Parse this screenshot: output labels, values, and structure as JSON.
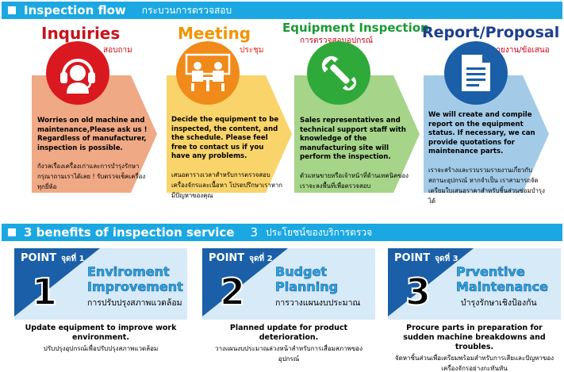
{
  "flow_banner": {
    "en": "Inspection flow",
    "th": "กระบวนการตรวจสอบ"
  },
  "steps": [
    {
      "title": "Inquiries",
      "title_color": "#c8121b",
      "sub": "สอบถาม",
      "color": "#f0a985",
      "circle": "#d9191f",
      "icon": "headset-support-icon",
      "en": "Worries on old machine and maintenance,Please ask us ! Regardless of manufacturer, inspection is possible.",
      "th": "กังวลเรื่องเครื่องเก่าและการบำรุงรักษา กรุณาถามเราได้เลย  ! รับตรวจเช็คเครื่องทุกยี่ห้อ"
    },
    {
      "title": "Meeting",
      "title_color": "#f39300",
      "sub": "ประชุม",
      "color": "#f9d46a",
      "circle": "#f08a1b",
      "icon": "meeting-table-icon",
      "en": "Decide the equipment to be inspected, the content, and the schedule. Please feel free to contact us if you have any problems.",
      "th": "เสนอตารางเวลาสำหรับการตรวจสอบเครื่องจักรและเนื้อหา โปรดปรึกษาเราหากมีปัญหาของคุณ"
    },
    {
      "title": "Equipment Inspection",
      "title_color": "#1a9a34",
      "sub": "การตรวจสอบอุปกรณ์",
      "color": "#a6d489",
      "circle": "#2faa3a",
      "icon": "wrench-icon",
      "en": "Sales representatives and technical support staff with knowledge of the manufacturing site will perform the inspection.",
      "th": "ตัวแทนขายหรือเจ้าหน้าที่ด้านเทคนิคของเราจะลงพื้นที่เพื่อตรวจสอบ"
    },
    {
      "title": "Report/Proposal",
      "title_color": "#1c3f8f",
      "sub": "รายงาน/ข้อเสนอ",
      "color": "#a3cbe8",
      "circle": "#1a5fa8",
      "icon": "document-icon",
      "en": "We will create and compile report on the equipment status. If necessary, we can provide quotations for maintenance parts.",
      "th": "เราจะสร้างและรวบรวมรายงานเกี่ยวกับสถานะอุปกรณ์ หากจำเป็น เราสามารถจัดเตรียมใบเสนอราคาสำหรับชิ้นส่วนซ่อมบำรุงได้"
    }
  ],
  "benefits_banner": {
    "en": "3 benefits of inspection service",
    "num": "3",
    "th": "ประโยชน์ของบริการตรวจ"
  },
  "points": [
    {
      "label": "POINT",
      "th_label": "จุดที่ 1",
      "number": "1",
      "title": "Enviroment Improvement",
      "title_th": "การปรับปรุงสภาพแวดล้อม",
      "desc": "Update equipment to improve work environment.",
      "desc_th": "ปรับปรุงอุปกรณ์เพื่อปรับปรุงสภาพแวดล้อม"
    },
    {
      "label": "POINT",
      "th_label": "จุดที่ 2",
      "number": "2",
      "title": "Budget Planning",
      "title_th": "การวางแผนงบประมาณ",
      "desc": "Planned update for product deterioration.",
      "desc_th": "วางแผนงบประมาณล่วงหน้าสำหรับการเสื่อมสภาพของอุปกรณ์"
    },
    {
      "label": "POINT",
      "th_label": "จุดที่ 3",
      "number": "3",
      "title": "Prventive Maintenance",
      "title_th": "บำรุงรักษาเชิงป้องกัน",
      "desc": "Procure parts in preparation for sudden machine breakdowns and troubles.",
      "desc_th": "จัดหาชิ้นส่วนเพื่อเตรียมพร้อมสำหรับการเสียและปัญหาของเครื่องจักรอย่างกะทันหัน"
    }
  ],
  "colors": {
    "banner": "#1ba8e2",
    "point_tri": "#1a5fa8",
    "card_bg": "#d7eaf8"
  }
}
